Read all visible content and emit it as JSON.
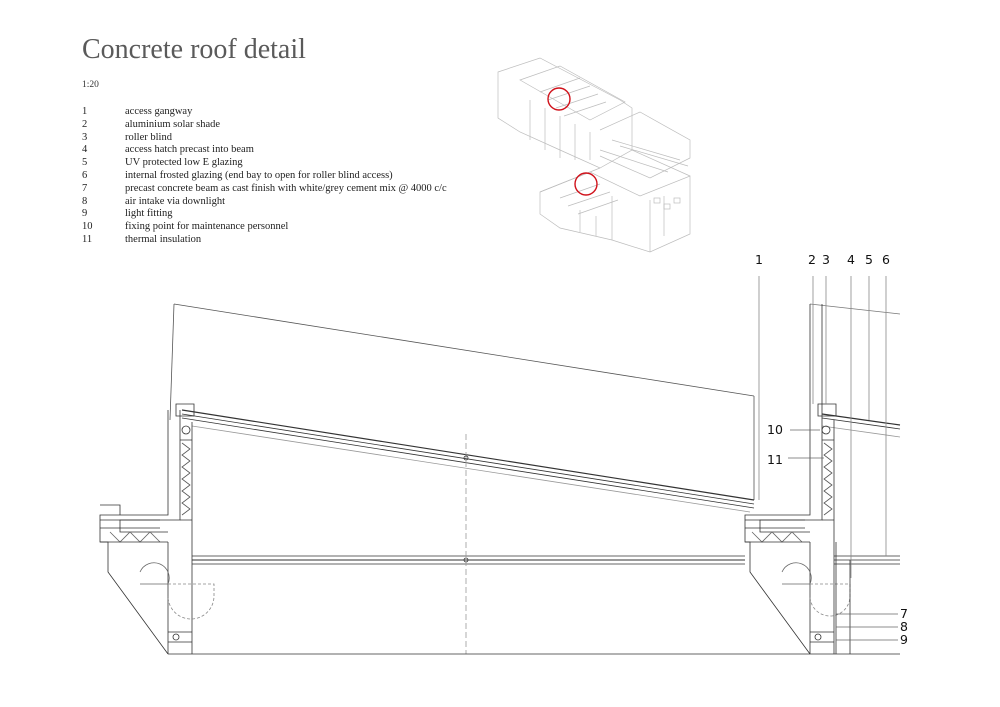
{
  "title": "Concrete roof detail",
  "scale": "1:20",
  "legend": [
    {
      "num": "1",
      "text": "access gangway"
    },
    {
      "num": "2",
      "text": "aluminium solar shade"
    },
    {
      "num": "3",
      "text": "roller blind"
    },
    {
      "num": "4",
      "text": "access hatch precast into beam"
    },
    {
      "num": "5",
      "text": "UV protected low E glazing"
    },
    {
      "num": "6",
      "text": "internal frosted glazing (end bay to open for roller blind access)"
    },
    {
      "num": "7",
      "text": "precast concrete beam as cast finish with white/grey cement mix @ 4000 c/c"
    },
    {
      "num": "8",
      "text": "air intake via downlight"
    },
    {
      "num": "9",
      "text": "light fitting"
    },
    {
      "num": "10",
      "text": "fixing point for maintenance personnel"
    },
    {
      "num": "11",
      "text": "thermal insulation"
    }
  ],
  "callouts": {
    "c1": "1",
    "c2": "2",
    "c3": "3",
    "c4": "4",
    "c5": "5",
    "c6": "6",
    "c7": "7",
    "c8": "8",
    "c9": "9",
    "c10": "10",
    "c11": "11"
  },
  "colors": {
    "line": "#333333",
    "highlight": "#d0121b",
    "faint": "#bbbbbb"
  }
}
